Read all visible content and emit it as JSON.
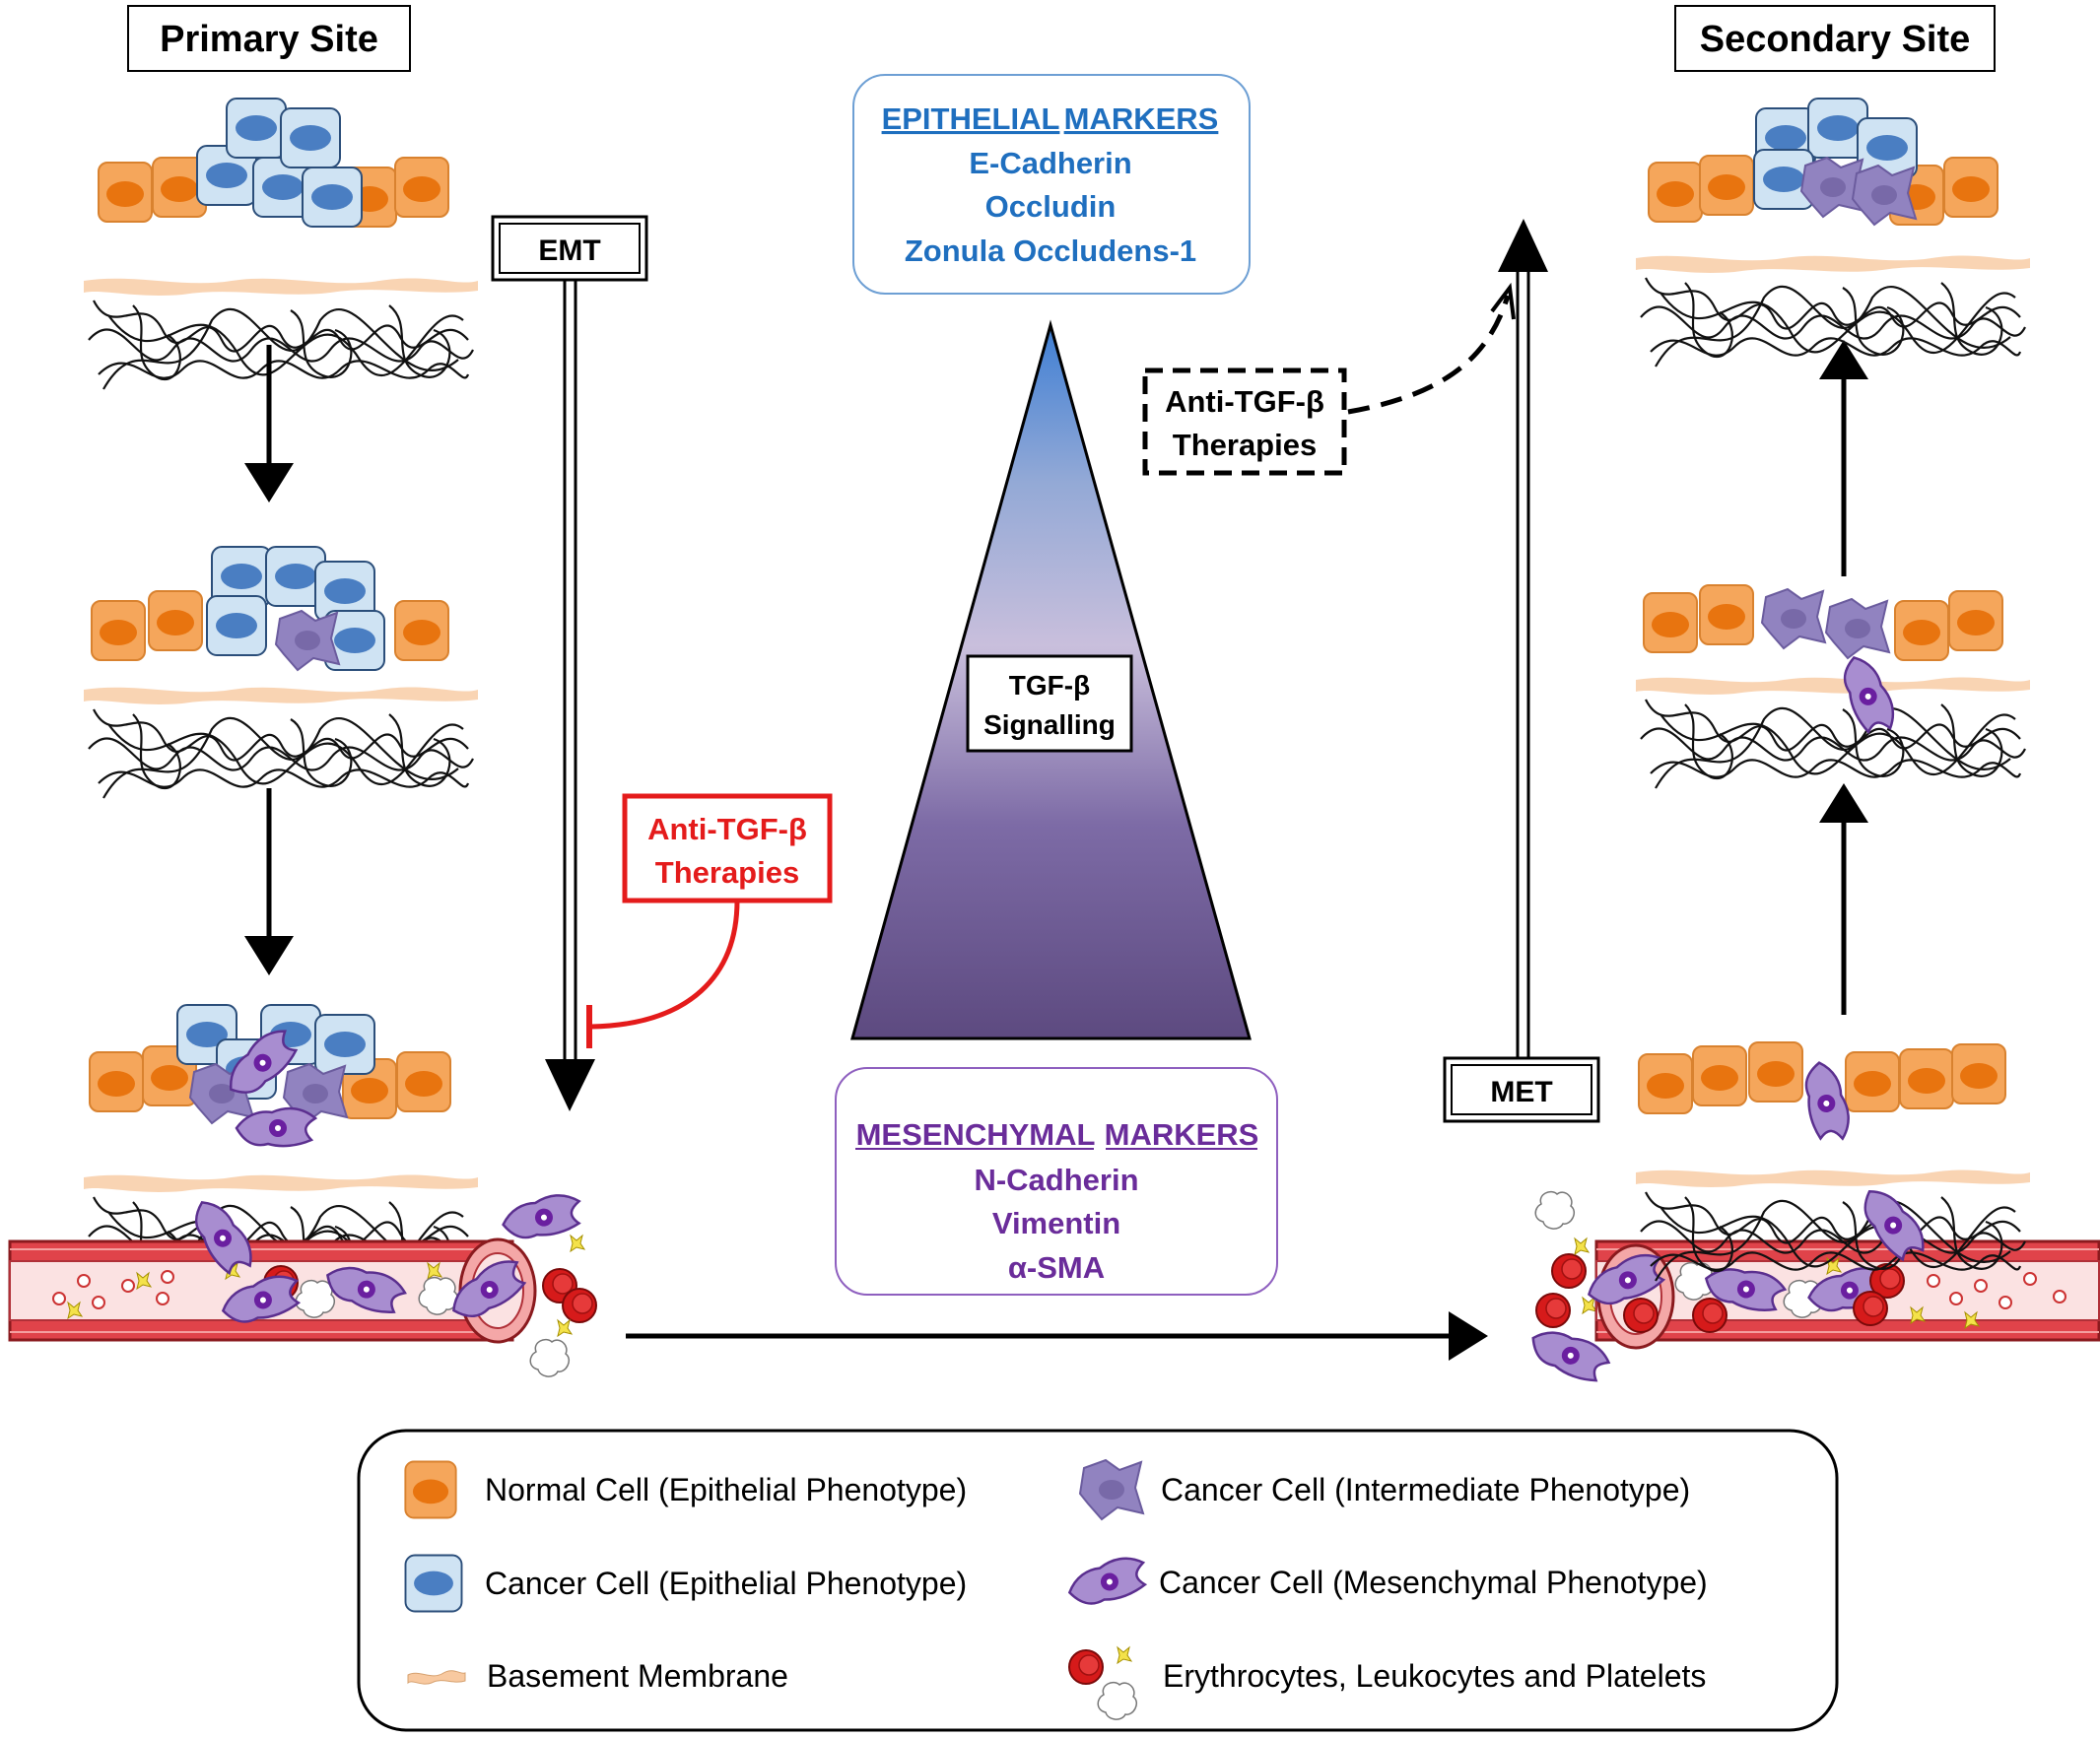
{
  "sites": {
    "primary": "Primary Site",
    "secondary": "Secondary Site"
  },
  "processes": {
    "emt": "EMT",
    "met": "MET"
  },
  "epithelial_markers": {
    "heading_1": "EPITHELIAL",
    "heading_2": "MARKERS",
    "items": [
      "E-Cadherin",
      "Occludin",
      "Zonula Occludens-1"
    ]
  },
  "mesenchymal_markers": {
    "heading_1": "MESENCHYMAL",
    "heading_2": "MARKERS",
    "items": [
      "N-Cadherin",
      "Vimentin",
      "α-SMA"
    ]
  },
  "signalling": {
    "line1": "TGF-β",
    "line2": "Signalling"
  },
  "therapy_inhibit": {
    "line1": "Anti-TGF-β",
    "line2": "Therapies"
  },
  "therapy_promote": {
    "line1": "Anti-TGF-β",
    "line2": "Therapies"
  },
  "legend": {
    "normal_cell": "Normal Cell (Epithelial Phenotype)",
    "cancer_epithelial": "Cancer Cell (Epithelial Phenotype)",
    "basement_membrane": "Basement Membrane",
    "cancer_intermediate": "Cancer Cell (Intermediate Phenotype)",
    "cancer_mesenchymal": "Cancer Cell (Mesenchymal Phenotype)",
    "blood_cells": "Erythrocytes, Leukocytes and Platelets"
  },
  "colors": {
    "normal_cell": "#f5a65b",
    "normal_nucleus": "#e8740f",
    "cancer_epithelial": "#cfe3f3",
    "cancer_nucleus": "#4a7ec2",
    "intermediate": "#9183c0",
    "mesenchymal": "#a88dd0",
    "erythrocyte": "#d61a1a",
    "vessel": "#e0434a",
    "epithelial_text": "#1f6fbf",
    "mesenchymal_text": "#6a2c9a",
    "therapy_red": "#e41b1b"
  }
}
